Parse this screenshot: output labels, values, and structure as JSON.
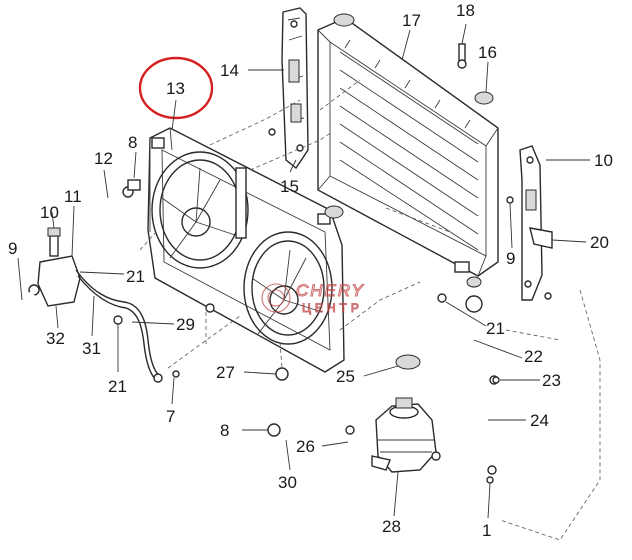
{
  "callouts": [
    {
      "id": "c1",
      "text": "1"
    },
    {
      "id": "c7",
      "text": "7"
    },
    {
      "id": "c8a",
      "text": "8"
    },
    {
      "id": "c8b",
      "text": "8"
    },
    {
      "id": "c9a",
      "text": "9"
    },
    {
      "id": "c9b",
      "text": "9"
    },
    {
      "id": "c10a",
      "text": "10"
    },
    {
      "id": "c10b",
      "text": "10"
    },
    {
      "id": "c11",
      "text": "11"
    },
    {
      "id": "c12",
      "text": "12"
    },
    {
      "id": "c13",
      "text": "13"
    },
    {
      "id": "c14",
      "text": "14"
    },
    {
      "id": "c15",
      "text": "15"
    },
    {
      "id": "c16",
      "text": "16"
    },
    {
      "id": "c17",
      "text": "17"
    },
    {
      "id": "c18",
      "text": "18"
    },
    {
      "id": "c20",
      "text": "20"
    },
    {
      "id": "c21a",
      "text": "21"
    },
    {
      "id": "c21b",
      "text": "21"
    },
    {
      "id": "c21c",
      "text": "21"
    },
    {
      "id": "c22",
      "text": "22"
    },
    {
      "id": "c23",
      "text": "23"
    },
    {
      "id": "c24",
      "text": "24"
    },
    {
      "id": "c25",
      "text": "25"
    },
    {
      "id": "c26",
      "text": "26"
    },
    {
      "id": "c27",
      "text": "27"
    },
    {
      "id": "c28",
      "text": "28"
    },
    {
      "id": "c29",
      "text": "29"
    },
    {
      "id": "c30",
      "text": "30"
    },
    {
      "id": "c31",
      "text": "31"
    },
    {
      "id": "c32",
      "text": "32"
    }
  ],
  "highlight": {
    "target": "13",
    "color": "#d62020"
  },
  "watermark": {
    "line1": "CHERY",
    "line2": "ЦЕНТР",
    "color": "#c24646"
  }
}
